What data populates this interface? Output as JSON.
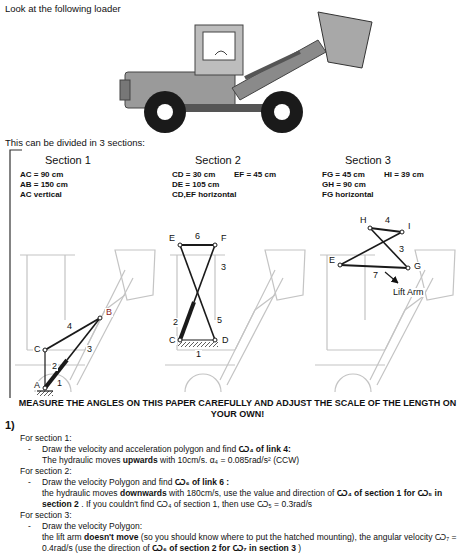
{
  "diagram": {
    "labels": [
      "Look at the following loader",
      "This can be divided in 3 sections:",
      "Section 1",
      "AC = 90 cm",
      "AB = 150 cm",
      "AC vertical",
      "B",
      "C",
      "4",
      "3",
      "2",
      "A",
      "1",
      "Section 2",
      "CD = 30 cm",
      "EF = 45 cm",
      "DE = 105 cm",
      "CD,EF horizontal",
      "E",
      "6",
      "F",
      "3",
      "2",
      "5",
      "C",
      "D",
      "1",
      "Section 3",
      "FG = 45 cm",
      "HI = 39 cm",
      "GH = 90 cm",
      "FG horizontal",
      "H",
      "4",
      "I",
      "3",
      "E",
      "7",
      "G",
      "Lift Arm",
      "MEASURE THE ANGLES ON THIS PAPER CAREFULLY AND ADJUST THE SCALE OF THE LENGTH ON YOUR OWN!",
      "1)",
      "For section 1:",
      "-",
      "Draw the velocity and acceleration polygon and find ",
      "Ѡ₄ of link 4:",
      "The hydraulic moves ",
      "upwards",
      " with 10cm/s. α₄ = 0.085rad/s² (CCW)",
      "For section 2:",
      "-",
      "Draw the velocity Polygon and find ",
      "Ѡ₆ of link 6 :",
      "the hydraulic moves ",
      "downwards",
      " with 180cm/s, use the value and direction of ",
      "Ѡ₄ of section 1 for Ѡ₅ in section 2",
      " . If you couldn't find Ѡ₄ of section 1, then use Ѡ₅ = 0.3rad/s",
      "For section 3:",
      "-",
      "Draw the velocity Polygon:",
      "the lift arm ",
      "doesn't move",
      " (so you should know where to put the hatched mounting), the angular velocity Ѡ₇ = 0.4rad/s (use the direction of ",
      "Ѡ₆ of section 2 for Ѡ₇ in section 3",
      " )"
    ]
  }
}
